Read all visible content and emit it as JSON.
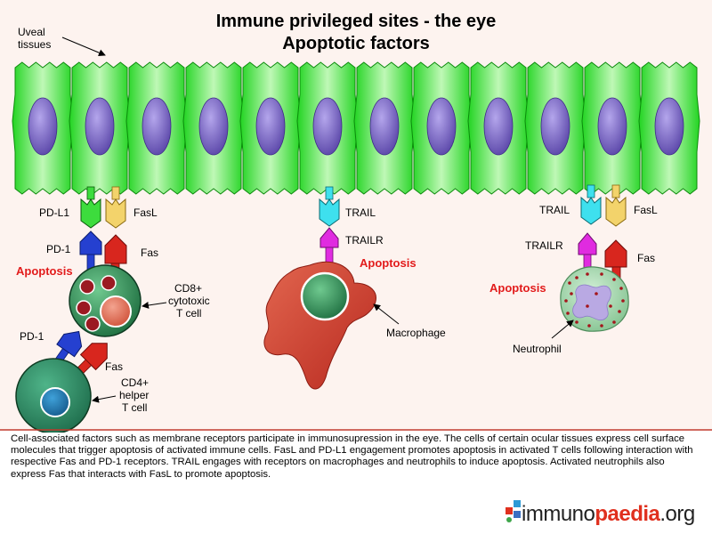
{
  "title": {
    "line1": "Immune privileged sites - the eye",
    "line2": "Apoptotic factors"
  },
  "labels": {
    "uveal": [
      "Uveal",
      "tissues"
    ],
    "pdl1": "PD-L1",
    "fasl_left": "FasL",
    "pd1_top": "PD-1",
    "fas_left": "Fas",
    "apoptosis_left": "Apoptosis",
    "cd8": [
      "CD8+",
      "cytotoxic",
      "T cell"
    ],
    "pd1_bottom": "PD-1",
    "fas_bottom": "Fas",
    "cd4": [
      "CD4+",
      "helper",
      "T cell"
    ],
    "trail_mid": "TRAIL",
    "trailr_mid": "TRAILR",
    "apoptosis_mid": "Apoptosis",
    "macrophage": "Macrophage",
    "trail_right": "TRAIL",
    "fasl_right": "FasL",
    "trailr_right": "TRAILR",
    "fas_right": "Fas",
    "apoptosis_right": "Apoptosis",
    "neutrophil": "Neutrophil"
  },
  "caption": "Cell-associated factors such as membrane receptors participate in immunosupression in the eye. The cells of certain ocular tissues express cell surface molecules that trigger apoptosis of activated immune cells. FasL and PD-L1 engagement promotes apoptosis in activated T cells following interaction with respective Fas and PD-1 receptors. TRAIL engages with receptors on macrophages and neutrophils to induce apoptosis. Activated neutrophils also express Fas that interacts with FasL to promote apoptosis.",
  "logo": {
    "part1": "immuno",
    "part2": "paedia",
    "part3": ".org"
  },
  "colors": {
    "cell_green": "#2de82d",
    "nucleus": "#7a66c6",
    "apoptosis_red": "#e21b1b",
    "pdl1": "#3ddc3d",
    "fasl": "#f3d36b",
    "trail": "#3ee0ee",
    "trailr": "#e02be0",
    "pd1": "#2540d0",
    "fas": "#d8261e",
    "macrophage": "#d9473b",
    "tcell": "#2e8b57",
    "neutrophil": "#9fd6a6"
  }
}
